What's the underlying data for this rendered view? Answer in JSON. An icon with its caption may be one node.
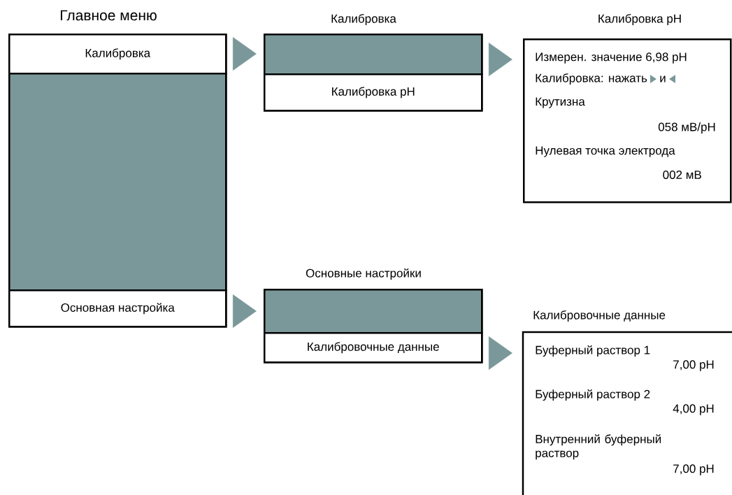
{
  "diagram": {
    "nodes": [
      {
        "text": [
          "Главное меню"
        ]
      },
      {
        "text": [
          "Калибровка"
        ],
        "in": 0
      },
      {
        "text": [],
        "shape": "box",
        "in": 0
      },
      {
        "text": [
          "Основная настройка"
        ],
        "in": 0
      },
      {
        "text": [
          "Калибровка"
        ]
      },
      {
        "text": [],
        "shape": "box",
        "in": 4
      },
      {
        "text": [
          "Калибровка pH"
        ],
        "in": 4
      },
      {
        "text": [
          "Калибровка pH",
          "Измерен. значение 6,98 pH",
          "Калибровка: нажать",
          "и",
          "Крутизна",
          "058 мВ/pH",
          "Нулевая точка электрода",
          "002 мВ"
        ]
      },
      {
        "text": [
          "Основные настройки"
        ]
      },
      {
        "text": [],
        "shape": "box",
        "in": 8
      },
      {
        "text": [
          "Калибровочные данные"
        ],
        "in": 8
      },
      {
        "text": [
          "Калибровочные данные",
          "Буферный раствор 1",
          "7,00 pH",
          "Буферный раствор 2",
          "4,00 pH",
          "Внутренний буферный раствор",
          "7,00 pH"
        ]
      }
    ],
    "edges": [
      {
        "from": 1,
        "to": 4,
        "arrow": "to"
      },
      {
        "from": 6,
        "to": 7,
        "arrow": "to"
      },
      {
        "from": 3,
        "to": 8,
        "arrow": "to"
      },
      {
        "from": 10,
        "to": 11,
        "arrow": "to"
      }
    ]
  }
}
